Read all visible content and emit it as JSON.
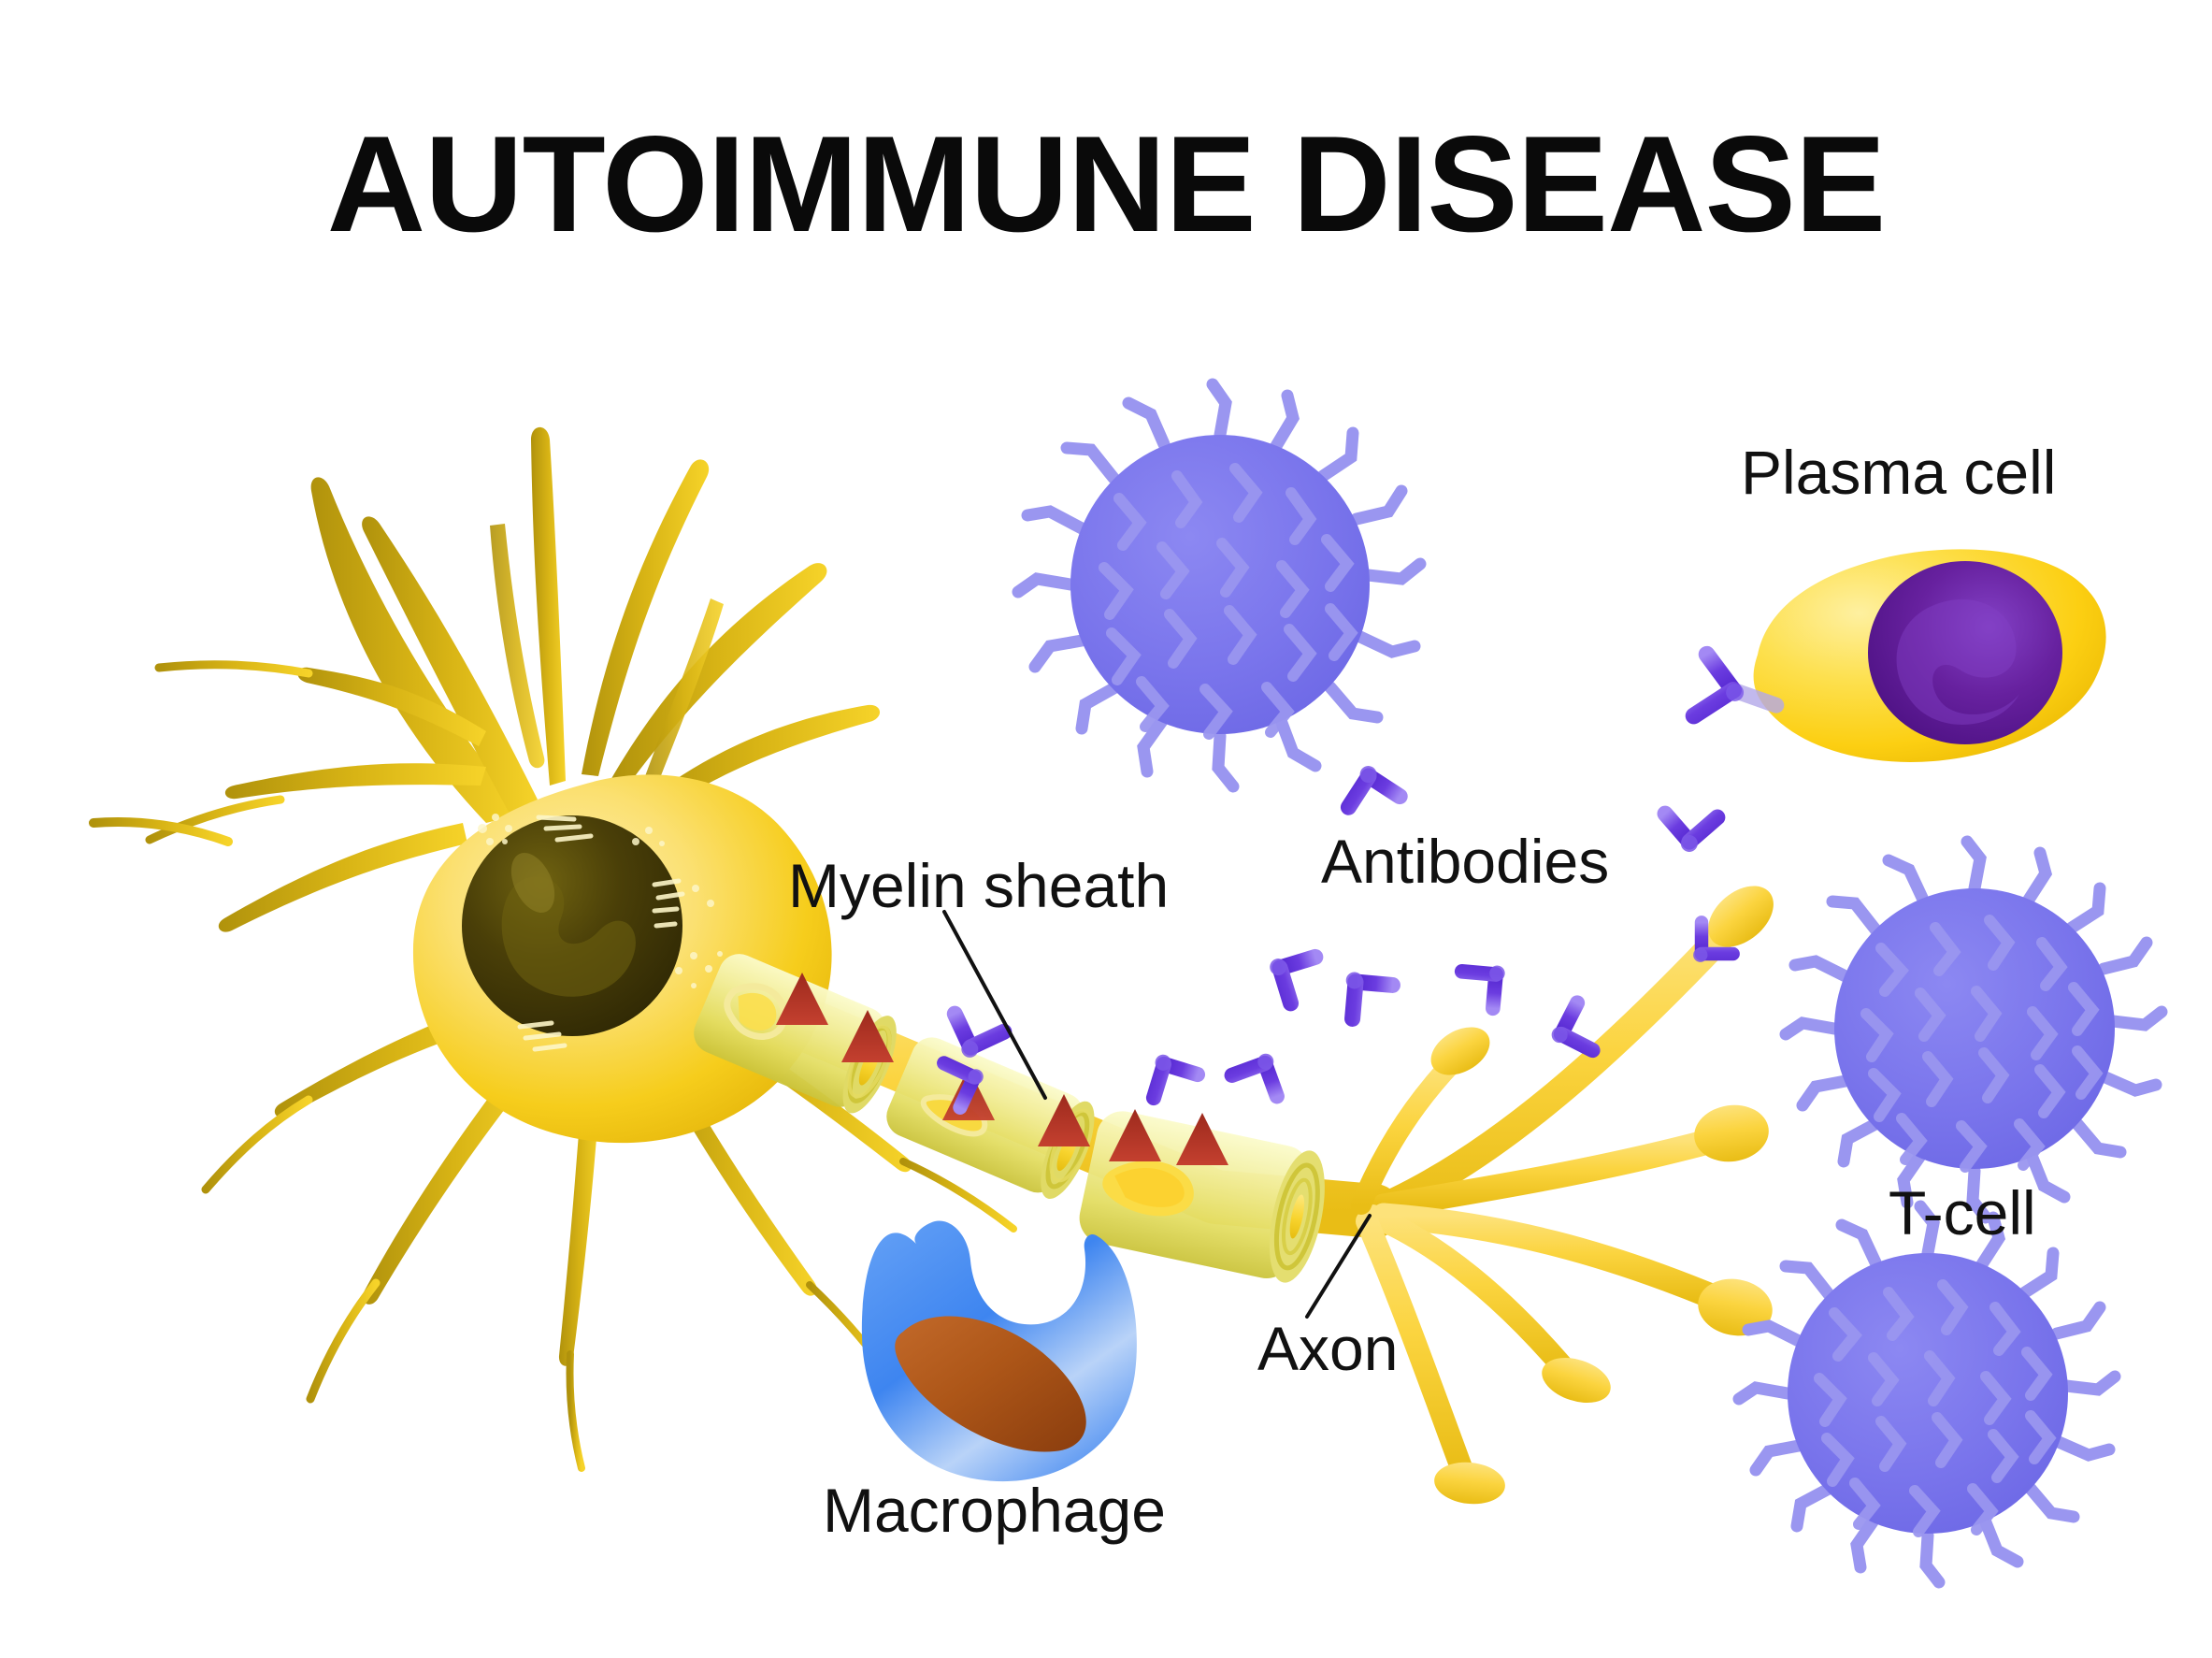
{
  "title": "AUTOIMMUNE DISEASE",
  "labels": {
    "myelin_sheath": "Myelin sheath",
    "antibodies": "Antibodies",
    "axon": "Axon",
    "macrophage": "Macrophage",
    "plasma_cell": "Plasma cell",
    "t_cell": "T-cell"
  },
  "colors": {
    "title_text": "#0a0a0a",
    "label_text": "#111111",
    "background": "#ffffff",
    "neuron_soma_light": "#fde88a",
    "neuron_soma_mid": "#f7cf22",
    "neuron_soma_edge": "#e8b90c",
    "neuron_nucleus": "#3b3206",
    "neuron_nucleus_light": "#8a7a14",
    "dendrite_bright": "#f5d028",
    "dendrite_dark": "#bb9c10",
    "axon_yellow": "#fcd94b",
    "axon_terminal": "#f9d44a",
    "myelin_pale": "#f0ee8f",
    "myelin_core": "#f6d32b",
    "myelin_ring": "#cfc53a",
    "damage_marker": "#b43327",
    "antibody_violet": "#6b3ce0",
    "antibody_light": "#9a7bf0",
    "tcell_body": "#7b76ec",
    "tcell_villi": "#9a96f0",
    "plasma_cytoplasm": "#fccf12",
    "plasma_cytoplasm_light": "#fde76e",
    "plasma_nucleus": "#5b189b",
    "plasma_nucleus_light": "#7a35bd",
    "macrophage_blue": "#3e85f0",
    "macrophage_blue_light": "#8fb9f7",
    "macrophage_nucleus": "#b3561a",
    "macrophage_nucleus_dark": "#8a3d0e",
    "leader_line": "#111111"
  },
  "figure": {
    "type": "medical-illustration",
    "subject": "Demyelination of a neuron in autoimmune disease",
    "elements": [
      {
        "name": "neuron",
        "description": "yellow multipolar neuron with soma, dendrites, myelinated axon and axon terminals"
      },
      {
        "name": "myelin-sheath",
        "description": "pale yellow segmented sheath wrapping the axon, being stripped"
      },
      {
        "name": "damage-markers",
        "description": "red triangular wedges marking sites of myelin attack",
        "count": 6
      },
      {
        "name": "antibodies",
        "description": "purple Y-shaped immunoglobulin molecules",
        "count": 11
      },
      {
        "name": "t-cells",
        "description": "violet spheres covered in microvilli",
        "count": 3
      },
      {
        "name": "plasma-cell",
        "description": "gold cell with large purple nucleus secreting an antibody",
        "count": 1
      },
      {
        "name": "macrophage",
        "description": "blue phagocyte with brown kidney-shaped nucleus engulfing myelin debris",
        "count": 1
      }
    ]
  }
}
